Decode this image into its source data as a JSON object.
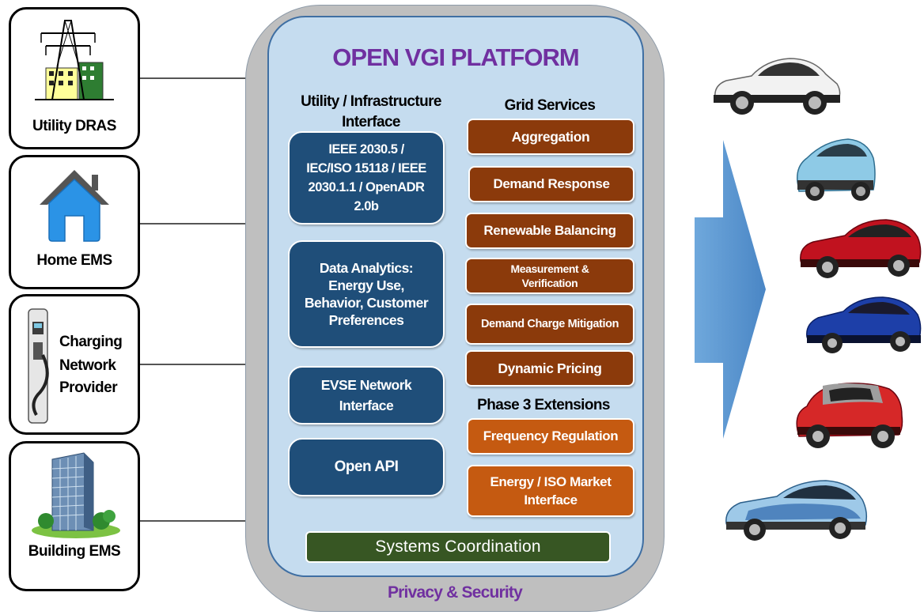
{
  "external_entities": [
    {
      "label": "Utility DRAS",
      "icon": "power-tower-icon"
    },
    {
      "label": "Home EMS",
      "icon": "house-icon"
    },
    {
      "label": "Charging Network Provider",
      "label_lines": [
        "Charging",
        "Network",
        "Provider"
      ],
      "icon": "ev-charger-icon"
    },
    {
      "label": "Building EMS",
      "icon": "office-building-icon"
    }
  ],
  "platform": {
    "title": "OPEN VGI PLATFORM",
    "left_heading": [
      "Utility / Infrastructure",
      "Interface"
    ],
    "left_boxes": [
      {
        "lines": [
          "IEEE 2030.5 /",
          "IEC/ISO 15118 / IEEE",
          "2030.1.1 /  OpenADR",
          "2.0b"
        ]
      },
      {
        "lines": [
          "Data Analytics:",
          "Energy Use,",
          "Behavior, Customer",
          "Preferences"
        ]
      },
      {
        "lines": [
          "EVSE Network",
          "Interface"
        ]
      },
      {
        "lines": [
          "Open API"
        ]
      }
    ],
    "grid_services_heading": "Grid Services",
    "grid_services": [
      {
        "lines": [
          "Aggregation"
        ]
      },
      {
        "lines": [
          "Demand Response"
        ]
      },
      {
        "lines": [
          "Renewable Balancing"
        ]
      },
      {
        "lines": [
          "Measurement &",
          "Verification"
        ]
      },
      {
        "lines": [
          "Demand Charge Mitigation"
        ]
      },
      {
        "lines": [
          "Dynamic Pricing"
        ]
      }
    ],
    "phase3_heading": "Phase 3 Extensions",
    "phase3": [
      {
        "lines": [
          "Frequency Regulation"
        ]
      },
      {
        "lines": [
          "Energy / ISO Market",
          "Interface"
        ]
      }
    ],
    "systems_coordination": "Systems Coordination",
    "privacy_security": "Privacy & Security"
  },
  "colors": {
    "platform_title": "#7030a0",
    "blue_box": "#1f4e79",
    "brown_box": "#8b3a0b",
    "orange_box": "#c55a11",
    "green_bar": "#375623",
    "inner_panel": "#c5dcef",
    "outer_panel": "#bfbfbf",
    "arrow": "#5b9bd5"
  },
  "vehicles": [
    {
      "icon": "white-ev-car-icon"
    },
    {
      "icon": "light-blue-hatchback-icon"
    },
    {
      "icon": "red-sedan-icon"
    },
    {
      "icon": "blue-ev-hatchback-icon"
    },
    {
      "icon": "red-smart-car-icon"
    },
    {
      "icon": "plugin-hybrid-car-icon"
    }
  ]
}
